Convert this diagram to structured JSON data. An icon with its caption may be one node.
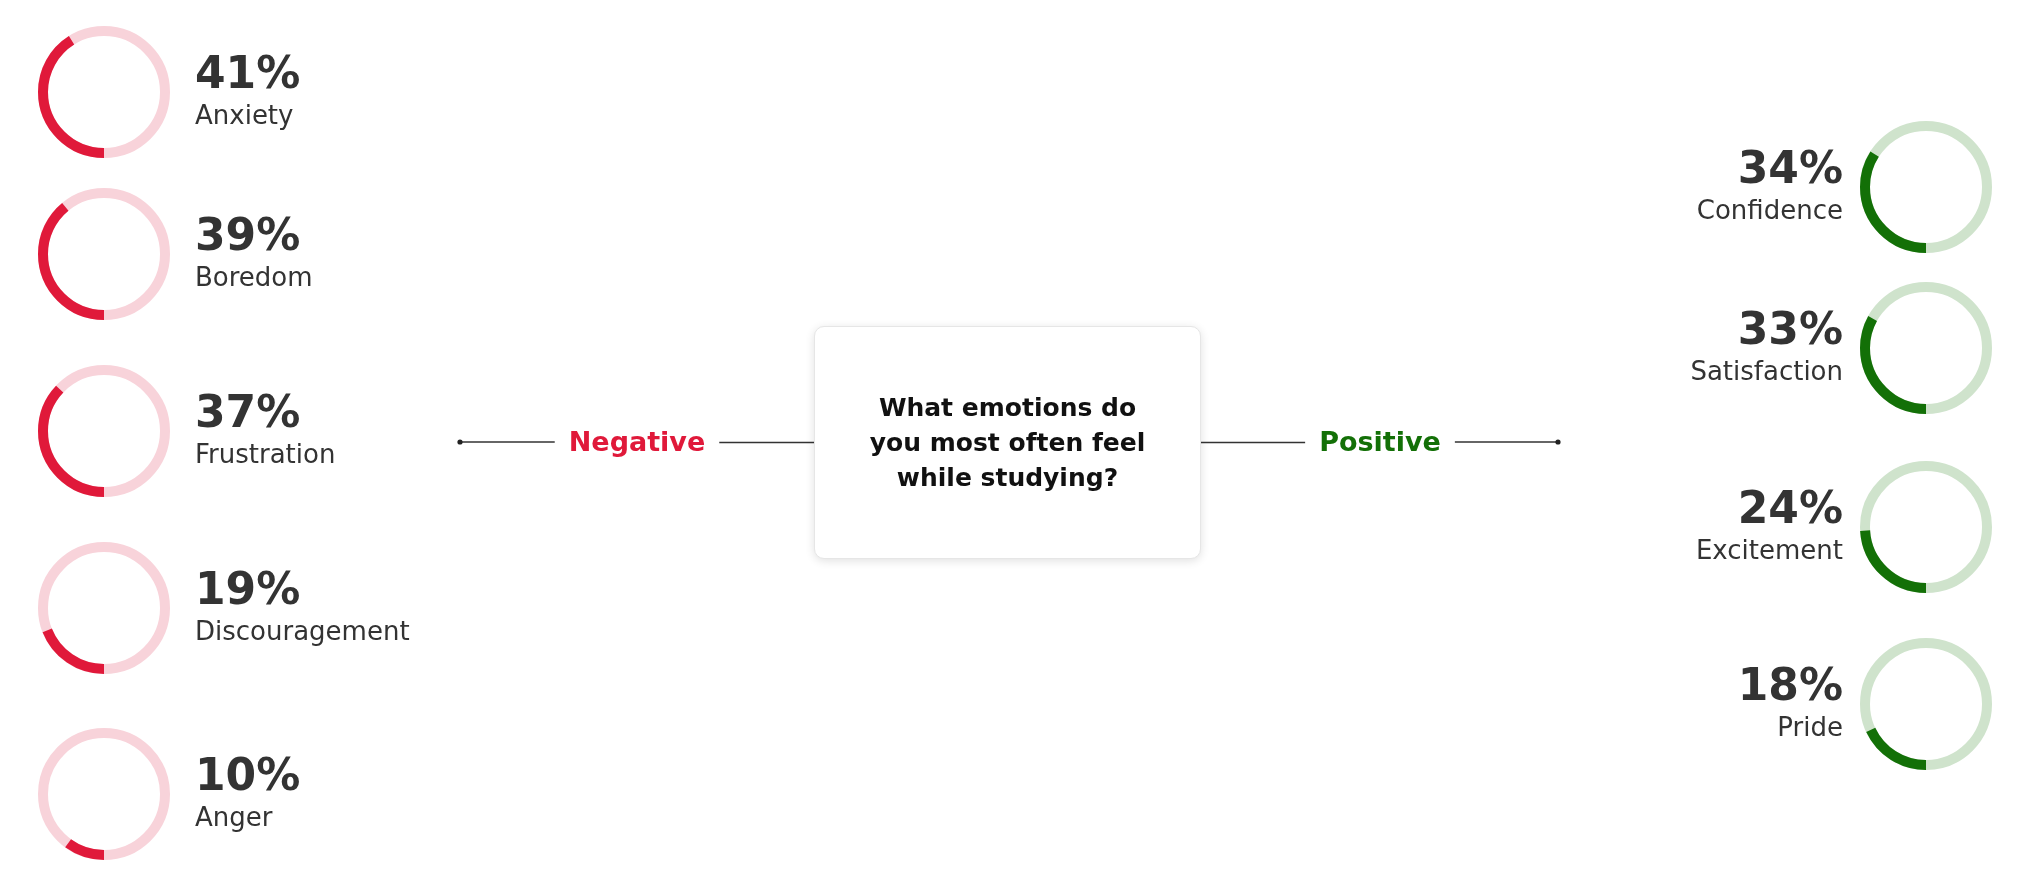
{
  "diagram": {
    "nodes": [
      {
        "text": [],
        "shape": "circle",
        "beside": [
          "41%",
          "Anxiety"
        ]
      },
      {
        "text": [],
        "shape": "circle",
        "beside": [
          "39%",
          "Boredom"
        ]
      },
      {
        "text": [],
        "shape": "circle",
        "beside": [
          "37%",
          "Frustration"
        ]
      },
      {
        "text": [],
        "shape": "circle",
        "beside": [
          "19%",
          "Discouragement"
        ]
      },
      {
        "text": [],
        "shape": "circle",
        "beside": [
          "10%",
          "Anger"
        ]
      },
      {
        "text": [
          "Negative"
        ]
      },
      {
        "text": [
          "What emotions do you most often feel while studying?"
        ]
      },
      {
        "text": [
          "Positive"
        ]
      },
      {
        "text": [],
        "shape": "circle",
        "beside": [
          "34%",
          "Confidence"
        ]
      },
      {
        "text": [],
        "shape": "circle",
        "beside": [
          "33%",
          "Satisfaction"
        ]
      },
      {
        "text": [],
        "shape": "circle",
        "beside": [
          "24%",
          "Excitement"
        ]
      },
      {
        "text": [],
        "shape": "circle",
        "beside": [
          "18%",
          "Pride"
        ]
      }
    ],
    "edges": [
      {
        "from": 6,
        "to": 5,
        "arrow": "none"
      },
      {
        "from": 5,
        "to": null,
        "arrow": "other"
      },
      {
        "from": 6,
        "to": 7,
        "arrow": "none"
      },
      {
        "from": 7,
        "to": null,
        "arrow": "other"
      }
    ]
  }
}
